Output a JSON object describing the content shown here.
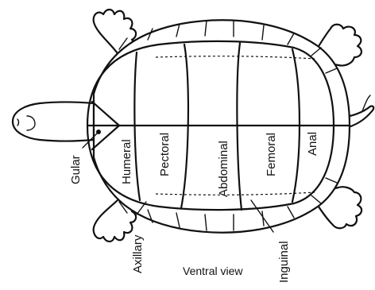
{
  "diagram": {
    "caption": "Ventral view",
    "scutes": {
      "humeral": "Humeral",
      "pectoral": "Pectoral",
      "abdominal": "Abdominal",
      "femoral": "Femoral",
      "anal": "Anal"
    },
    "callouts": {
      "gular": "Gular",
      "axillary": "Axillary",
      "inguinal": "Inguinal"
    }
  }
}
